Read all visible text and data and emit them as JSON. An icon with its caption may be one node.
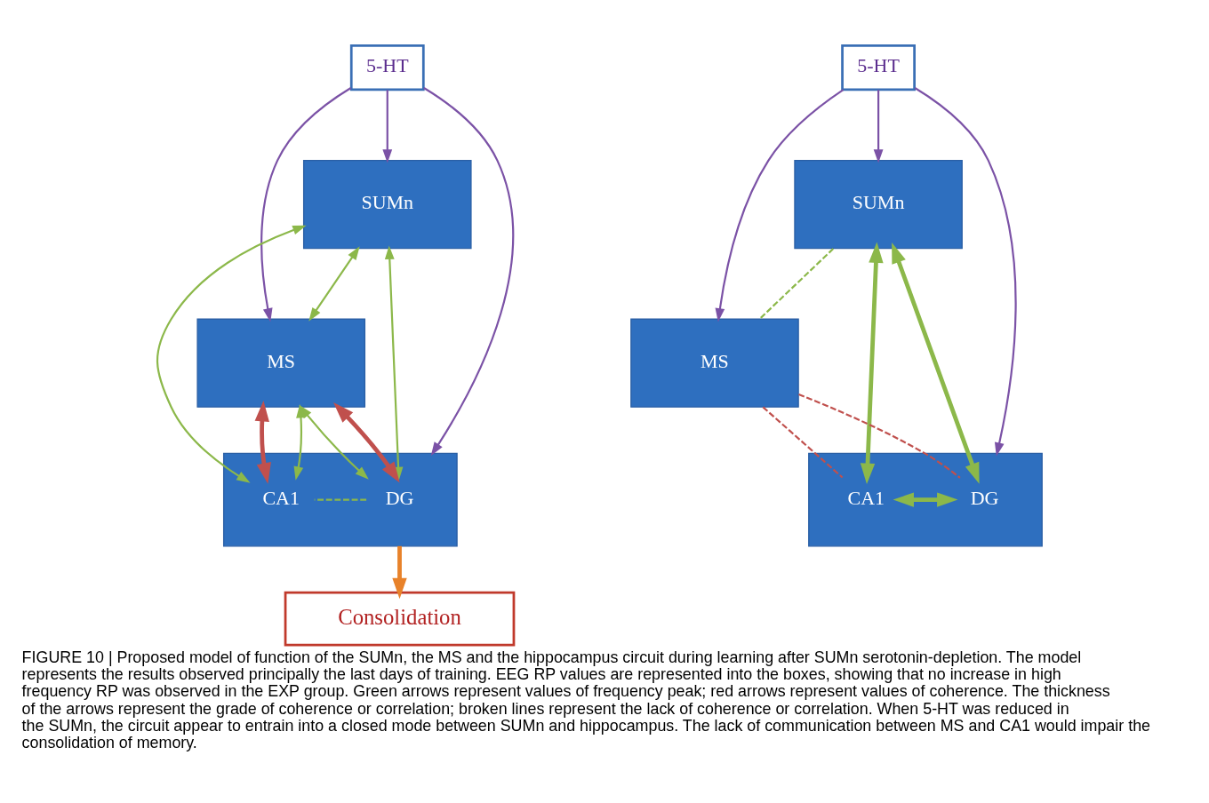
{
  "diagram": {
    "caption": "FIGURE 10 | Proposed model of function of the SUMn, the MS and the hippocampus circuit during learning after SUMn serotonin-depletion. The model represents the results observed principally the last days of training. EEG RP values are represented into the boxes, showing that no increase in high frequency RP was observed in the EXP group. Green arrows represent values of frequency peak; red arrows represent values of coherence. The thickness of the arrows represent the grade of coherence or correlation; broken lines represent the lack of coherence or correlation. When 5-HT was reduced in the SUMn, the circuit appear to entrain into a closed mode between SUMn and hippocampus. The lack of communication between MS and CA1 would impair the consolidation of memory.",
    "nodes": [
      {
        "text": [
          "5-HT"
        ]
      },
      {
        "text": [
          "SUMn"
        ]
      },
      {
        "text": [
          "MS"
        ]
      },
      {
        "text": [],
        "shape": "box"
      },
      {
        "text": [
          "DG"
        ],
        "in": 3
      },
      {
        "text": [
          "CA1"
        ],
        "in": 3
      },
      {
        "text": [
          "Consolidation"
        ]
      },
      {
        "text": [
          "5-HT"
        ]
      },
      {
        "text": [
          "SUMn"
        ]
      },
      {
        "text": [
          "MS"
        ]
      },
      {
        "text": [],
        "shape": "box"
      },
      {
        "text": [
          "DG"
        ],
        "in": 10
      },
      {
        "text": [
          "CA1"
        ],
        "in": 10
      }
    ],
    "edges": [
      {
        "from": 0,
        "to": 1,
        "arrow": "to",
        "color": "#7b52a6"
      },
      {
        "from": 0,
        "to": 2,
        "arrow": "to",
        "color": "#7b52a6"
      },
      {
        "from": 0,
        "to": 3,
        "arrow": "to",
        "color": "#7b52a6"
      },
      {
        "from": 1,
        "to": 4,
        "arrow": "both"
      },
      {
        "from": 1,
        "to": 5,
        "arrow": "both"
      },
      {
        "from": 1,
        "to": 2,
        "arrow": "both"
      },
      {
        "from": 2,
        "to": 4,
        "arrow": "both"
      },
      {
        "from": 2,
        "to": 4,
        "arrow": "both",
        "style": "thick",
        "color": "#c0504d"
      },
      {
        "from": 2,
        "to": 5,
        "arrow": "both",
        "style": "thick",
        "color": "#c0504d"
      },
      {
        "from": 2,
        "to": 5,
        "arrow": "both"
      },
      {
        "from": 4,
        "to": 5,
        "arrow": "none",
        "style": "dashed"
      },
      {
        "from": 3,
        "to": 6,
        "arrow": "to",
        "style": "thick",
        "color": "#e8822a"
      },
      {
        "from": 7,
        "to": 8,
        "arrow": "to",
        "color": "#7b52a6"
      },
      {
        "from": 7,
        "to": 9,
        "arrow": "to",
        "color": "#7b52a6"
      },
      {
        "from": 7,
        "to": 10,
        "arrow": "to",
        "color": "#7b52a6"
      },
      {
        "from": 8,
        "to": 9,
        "arrow": "none",
        "style": "dashed"
      },
      {
        "from": 8,
        "to": 11,
        "arrow": "both",
        "style": "thick"
      },
      {
        "from": 8,
        "to": 12,
        "arrow": "both",
        "style": "thick"
      },
      {
        "from": 9,
        "to": 11,
        "arrow": "none",
        "style": "dashed",
        "color": "#c0504d"
      },
      {
        "from": 9,
        "to": 12,
        "arrow": "none",
        "style": "dashed",
        "color": "#c0504d"
      },
      {
        "from": 11,
        "to": 12,
        "arrow": "both",
        "style": "thick"
      }
    ]
  }
}
